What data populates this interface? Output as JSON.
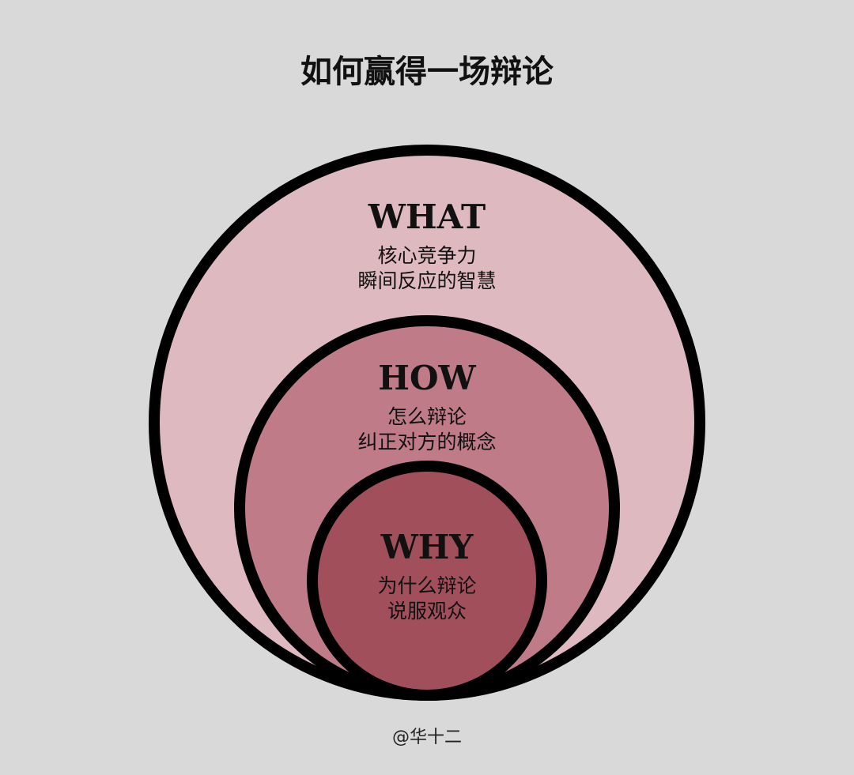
{
  "title": "如何赢得一场辩论",
  "colors": {
    "background": "#d9d9d9",
    "outer": "#dfb9c0",
    "middle": "#c07b88",
    "inner": "#a24f5c",
    "stroke": "#000000"
  },
  "layers": [
    {
      "heading": "WHAT",
      "line1": "核心竞争力",
      "line2": "瞬间反应的智慧"
    },
    {
      "heading": "HOW",
      "line1": "怎么辩论",
      "line2": "纠正对方的概念"
    },
    {
      "heading": "WHY",
      "line1": "为什么辩论",
      "line2": "说服观众"
    }
  ],
  "credit": "@华十二"
}
